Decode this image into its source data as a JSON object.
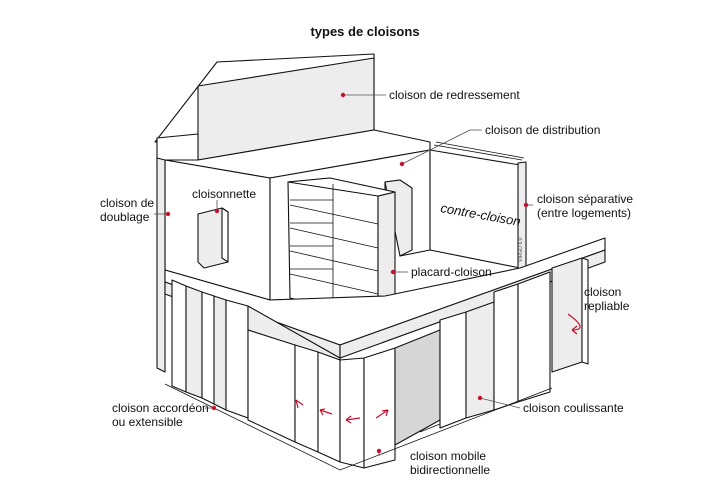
{
  "title": "types de cloisons",
  "labels": {
    "redressement": "cloison de redressement",
    "distribution": "cloison de distribution",
    "doublage_1": "cloison de",
    "doublage_2": "doublage",
    "cloisonnette": "cloisonnette",
    "contre_cloison": "contre-cloison",
    "separative_1": "cloison séparative",
    "separative_2": "(entre logements)",
    "placard": "placard-cloison",
    "repliable_1": "cloison",
    "repliable_2": "repliable",
    "accordeon_1": "cloison accordéon",
    "accordeon_2": "ou extensible",
    "coulissante": "cloison coulissante",
    "mobile_1": "cloison mobile",
    "mobile_2": "bidirectionnelle"
  },
  "credit": "VIRGO 6.0",
  "accent_color": "#c8102e"
}
